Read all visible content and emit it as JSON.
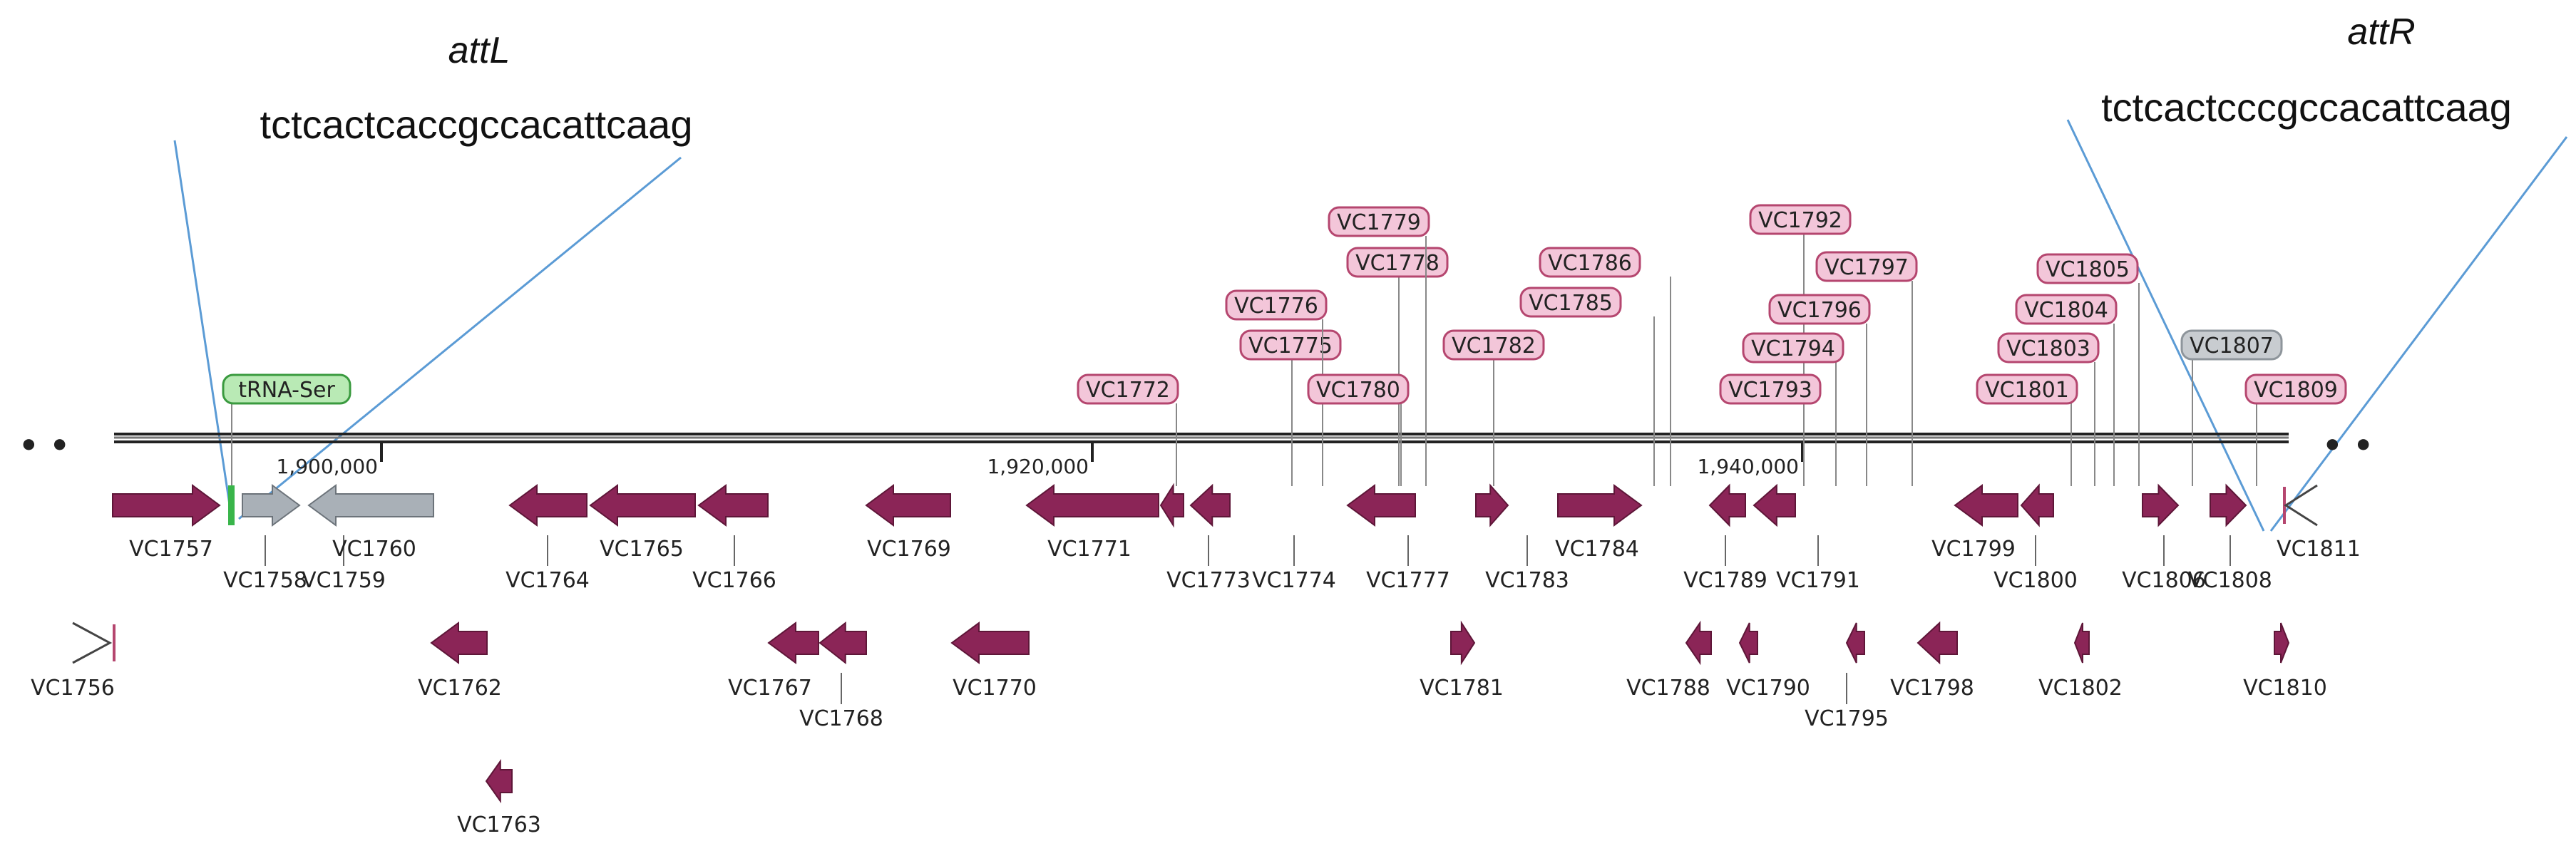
{
  "colors": {
    "gene": "#8b2557",
    "gene_stroke": "#5e1638",
    "gene_gray": "#a9b0b7",
    "gene_gray_stroke": "#6c737a",
    "trna": "#39b54a",
    "tag_pink_fill": "#f3c6d9",
    "tag_pink_stroke": "#b5466f",
    "tag_gray_fill": "#c8ccd0",
    "tag_gray_stroke": "#8e959b",
    "tag_green_fill": "#b9eab5",
    "tag_green_stroke": "#3a9a3f",
    "att_line": "#5b9bd5",
    "backbone": "#222222"
  },
  "attL": {
    "title": "attL",
    "sequence": "tctcactcaccgccacattcaag"
  },
  "attR": {
    "title": "attR",
    "sequence": "tctcactcccgccacattcaag"
  },
  "coordinates": [
    "1,900,000",
    "1,920,000",
    "1,940,000"
  ],
  "continuation_marks": {
    "left": "• •",
    "right": "• •"
  },
  "tags": [
    {
      "label": "tRNA-Ser",
      "style": "green"
    },
    {
      "label": "VC1772",
      "style": "pink"
    },
    {
      "label": "VC1775",
      "style": "pink"
    },
    {
      "label": "VC1776",
      "style": "pink"
    },
    {
      "label": "VC1778",
      "style": "pink"
    },
    {
      "label": "VC1779",
      "style": "pink"
    },
    {
      "label": "VC1780",
      "style": "pink"
    },
    {
      "label": "VC1782",
      "style": "pink"
    },
    {
      "label": "VC1785",
      "style": "pink"
    },
    {
      "label": "VC1786",
      "style": "pink"
    },
    {
      "label": "VC1792",
      "style": "pink"
    },
    {
      "label": "VC1793",
      "style": "pink"
    },
    {
      "label": "VC1794",
      "style": "pink"
    },
    {
      "label": "VC1796",
      "style": "pink"
    },
    {
      "label": "VC1797",
      "style": "pink"
    },
    {
      "label": "VC1801",
      "style": "pink"
    },
    {
      "label": "VC1803",
      "style": "pink"
    },
    {
      "label": "VC1804",
      "style": "pink"
    },
    {
      "label": "VC1805",
      "style": "pink"
    },
    {
      "label": "VC1807",
      "style": "gray"
    },
    {
      "label": "VC1809",
      "style": "pink"
    }
  ],
  "genes_row1": [
    {
      "name": "VC1757",
      "strand": "+",
      "color": "maroon"
    },
    {
      "name": "VC1758",
      "strand": "+",
      "color": "green"
    },
    {
      "name": "VC1759",
      "strand": "+",
      "color": "gray"
    },
    {
      "name": "VC1760",
      "strand": "-",
      "color": "gray"
    },
    {
      "name": "VC1764",
      "strand": "-",
      "color": "maroon"
    },
    {
      "name": "VC1765",
      "strand": "-",
      "color": "maroon"
    },
    {
      "name": "VC1766",
      "strand": "-",
      "color": "maroon"
    },
    {
      "name": "VC1769",
      "strand": "-",
      "color": "maroon"
    },
    {
      "name": "VC1771",
      "strand": "-",
      "color": "maroon"
    },
    {
      "name": "VC1773",
      "strand": "-",
      "color": "maroon"
    },
    {
      "name": "VC1774",
      "strand": "-",
      "color": "maroon"
    },
    {
      "name": "VC1777",
      "strand": "-",
      "color": "maroon"
    },
    {
      "name": "VC1783",
      "strand": "+",
      "color": "maroon"
    },
    {
      "name": "VC1784",
      "strand": "+",
      "color": "maroon"
    },
    {
      "name": "VC1789",
      "strand": "-",
      "color": "maroon"
    },
    {
      "name": "VC1791",
      "strand": "-",
      "color": "maroon"
    },
    {
      "name": "VC1799",
      "strand": "-",
      "color": "maroon"
    },
    {
      "name": "VC1800",
      "strand": "-",
      "color": "maroon"
    },
    {
      "name": "VC1806",
      "strand": "+",
      "color": "maroon"
    },
    {
      "name": "VC1808",
      "strand": "+",
      "color": "maroon"
    },
    {
      "name": "VC1811",
      "strand": "+",
      "color": "maroon"
    }
  ],
  "genes_row2": [
    {
      "name": "VC1756",
      "strand": "+",
      "color": "maroon"
    },
    {
      "name": "VC1762",
      "strand": "-",
      "color": "maroon"
    },
    {
      "name": "VC1767",
      "strand": "-",
      "color": "maroon"
    },
    {
      "name": "VC1768",
      "strand": "-",
      "color": "maroon"
    },
    {
      "name": "VC1770",
      "strand": "-",
      "color": "maroon"
    },
    {
      "name": "VC1781",
      "strand": "+",
      "color": "maroon"
    },
    {
      "name": "VC1788",
      "strand": "-",
      "color": "maroon"
    },
    {
      "name": "VC1790",
      "strand": "-",
      "color": "maroon"
    },
    {
      "name": "VC1795",
      "strand": "-",
      "color": "maroon"
    },
    {
      "name": "VC1798",
      "strand": "-",
      "color": "maroon"
    },
    {
      "name": "VC1802",
      "strand": "-",
      "color": "maroon"
    },
    {
      "name": "VC1810",
      "strand": "+",
      "color": "maroon"
    }
  ],
  "genes_row3": [
    {
      "name": "VC1763",
      "strand": "-",
      "color": "maroon"
    }
  ]
}
